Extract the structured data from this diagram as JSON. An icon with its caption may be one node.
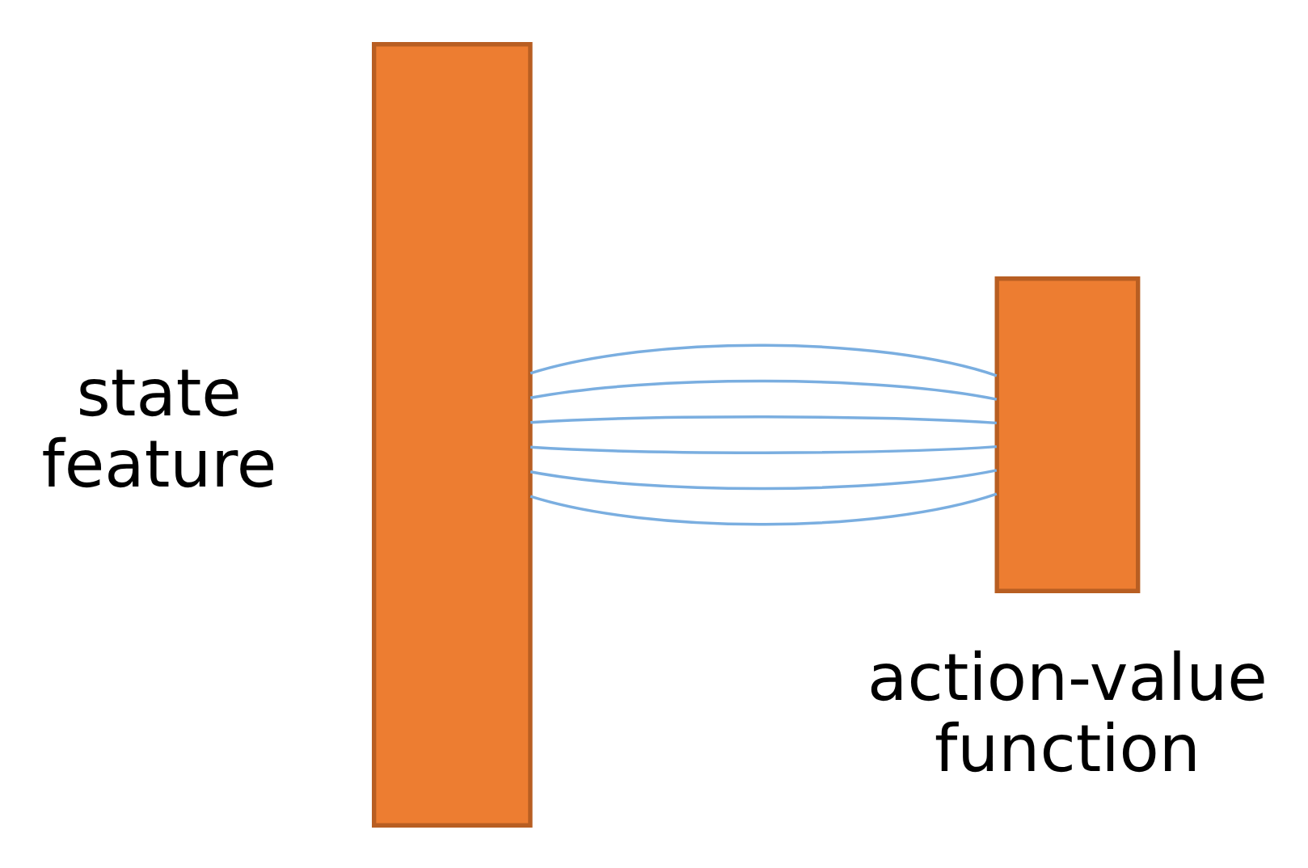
{
  "diagram": {
    "nodes": [
      {
        "text": [],
        "shape": "bar",
        "beside": [
          "state feature"
        ]
      },
      {
        "text": [],
        "shape": "bar",
        "beside": [
          "action-value function"
        ]
      }
    ],
    "edges": [
      {
        "from": 0,
        "to": 1,
        "arrow": "none"
      },
      {
        "from": 0,
        "to": 1,
        "arrow": "none"
      },
      {
        "from": 0,
        "to": 1,
        "arrow": "none"
      },
      {
        "from": 0,
        "to": 1,
        "arrow": "none"
      },
      {
        "from": 0,
        "to": 1,
        "arrow": "none"
      },
      {
        "from": 0,
        "to": 1,
        "arrow": "none"
      }
    ]
  }
}
